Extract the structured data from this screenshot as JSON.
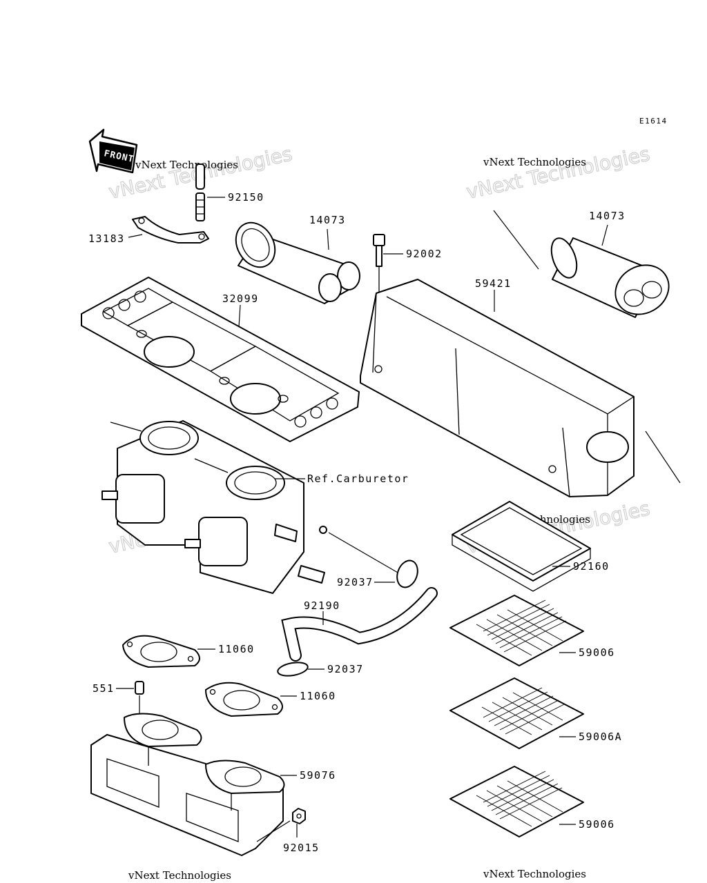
{
  "diagram_code": "E1614",
  "front_badge": "FRONT",
  "watermark": {
    "line1": "vNext Technologies",
    "line2": "vNext Technologies"
  },
  "callouts": {
    "c92150": "92150",
    "c13183": "13183",
    "c14073_left": "14073",
    "c32099": "32099",
    "c92002": "92002",
    "c59421": "59421",
    "c14073_right": "14073",
    "ref_carburetor": "Ref.Carburetor",
    "c92037_upper": "92037",
    "c92190": "92190",
    "c92160": "92160",
    "c11060_upper": "11060",
    "c92037_lower": "92037",
    "c59006_upper": "59006",
    "c551": "551",
    "c11060_lower": "11060",
    "c59006A": "59006A",
    "c59076": "59076",
    "c92015": "92015",
    "c59006_lower": "59006"
  }
}
